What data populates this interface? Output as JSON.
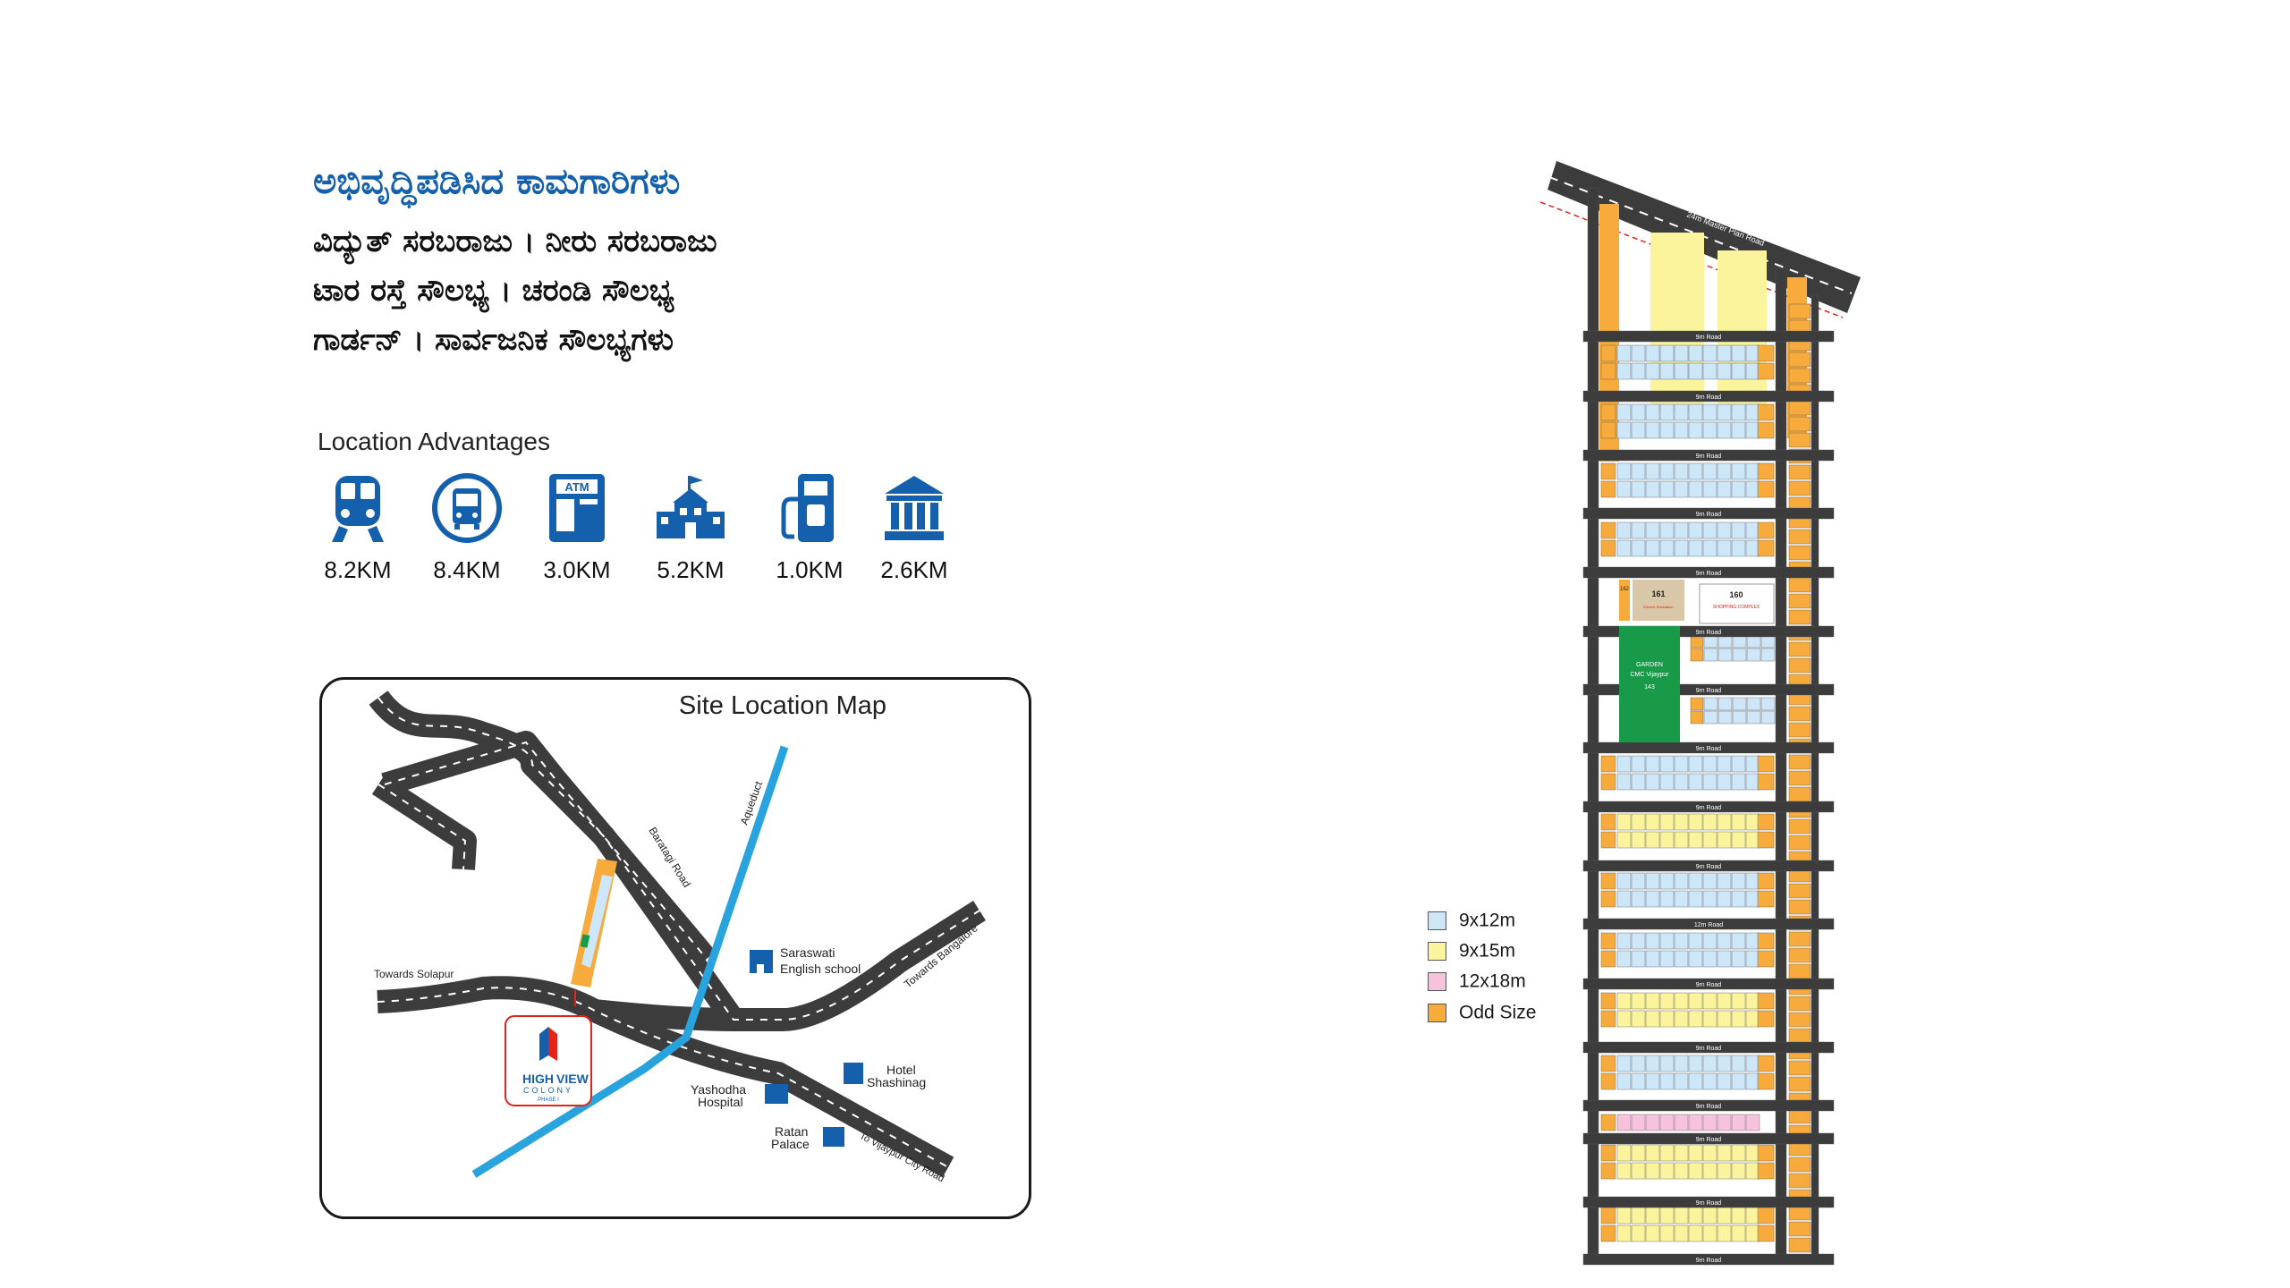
{
  "header": {
    "title": "ಅಭಿವೃದ್ಧಿಪಡಿಸಿದ ಕಾಮಗಾರಿಗಳು",
    "line1": "ವಿದ್ಯುತ್ ಸರಬರಾಜು । ನೀರು ಸರಬರಾಜು",
    "line2": "ಟಾರ ರಸ್ತೆ ಸೌಲಭ್ಯ । ಚರಂಡಿ ಸೌಲಭ್ಯ",
    "line3": "ಗಾರ್ಡನ್ । ಸಾರ್ವಜನಿಕ ಸೌಲಭ್ಯಗಳು"
  },
  "advantages": {
    "title": "Location Advantages",
    "items": [
      {
        "icon": "train-icon",
        "distance": "8.2KM"
      },
      {
        "icon": "bus-icon",
        "distance": "8.4KM"
      },
      {
        "icon": "atm-icon",
        "distance": "3.0KM"
      },
      {
        "icon": "school-icon",
        "distance": "5.2KM"
      },
      {
        "icon": "fuel-pump-icon",
        "distance": "1.0KM"
      },
      {
        "icon": "bank-icon",
        "distance": "2.6KM"
      }
    ]
  },
  "site_map": {
    "title": "Site Location Map",
    "roads": {
      "baratagi": "Baratagi Road",
      "aqueduct": "Aqueduct",
      "solapur": "Towards Solapur",
      "bangalore": "Towards Bangalore",
      "vijaypur": "To Vijaypur City Road"
    },
    "landmarks": {
      "school": [
        "Saraswati",
        "English school"
      ],
      "hotel": [
        "Hotel",
        "Shashinag"
      ],
      "hospital": [
        "Yashodha",
        "Hospital"
      ],
      "palace": [
        "Ratan",
        "Palace"
      ]
    },
    "logo": {
      "high": "HIGH",
      "view": "VIEW",
      "colony": "COLONY",
      "phase": "PHASE I"
    }
  },
  "layout": {
    "main_road": "24m Master Plan Road",
    "road_9m": "9m Road",
    "road_12m": "12m Road",
    "plot_161": "161",
    "plot_161_label": "Electric Substation",
    "plot_160": "160",
    "plot_160_label": "SHOPPING COMPLEX",
    "plot_162": "162",
    "garden_title": "GARDEN",
    "garden_sub": "CMC Vijaypur",
    "garden_no": "143",
    "colors": {
      "road": "#3c3c3c",
      "blue": "#cde6f8",
      "yellow": "#fbf49c",
      "pink": "#f7c3dc",
      "orange": "#f6ab3c",
      "garden": "#199a48",
      "brand": "#1560ad",
      "aqueduct": "#29a3dd"
    }
  },
  "legend": {
    "items": [
      {
        "label": "9x12m",
        "color": "#cde6f8"
      },
      {
        "label": "9x15m",
        "color": "#fbf49c"
      },
      {
        "label": "12x18m",
        "color": "#f7c3dc"
      },
      {
        "label": "Odd Size",
        "color": "#f6ab3c"
      }
    ]
  }
}
